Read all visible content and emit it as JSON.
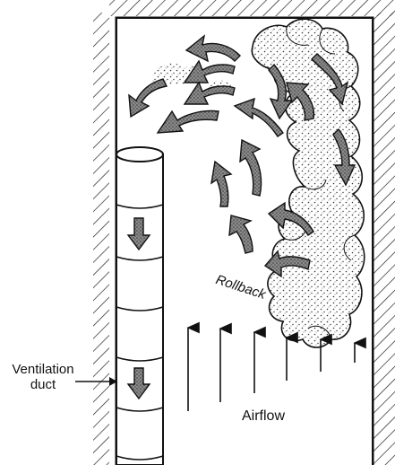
{
  "labels": {
    "ventilation_line1": "Ventilation",
    "ventilation_line2": "duct",
    "airflow": "Airflow",
    "rollback": "Rollback"
  },
  "colors": {
    "ink": "#111111",
    "smoke_fill": "#f3f3f3",
    "arrow_fill": "#7a7a7a"
  }
}
